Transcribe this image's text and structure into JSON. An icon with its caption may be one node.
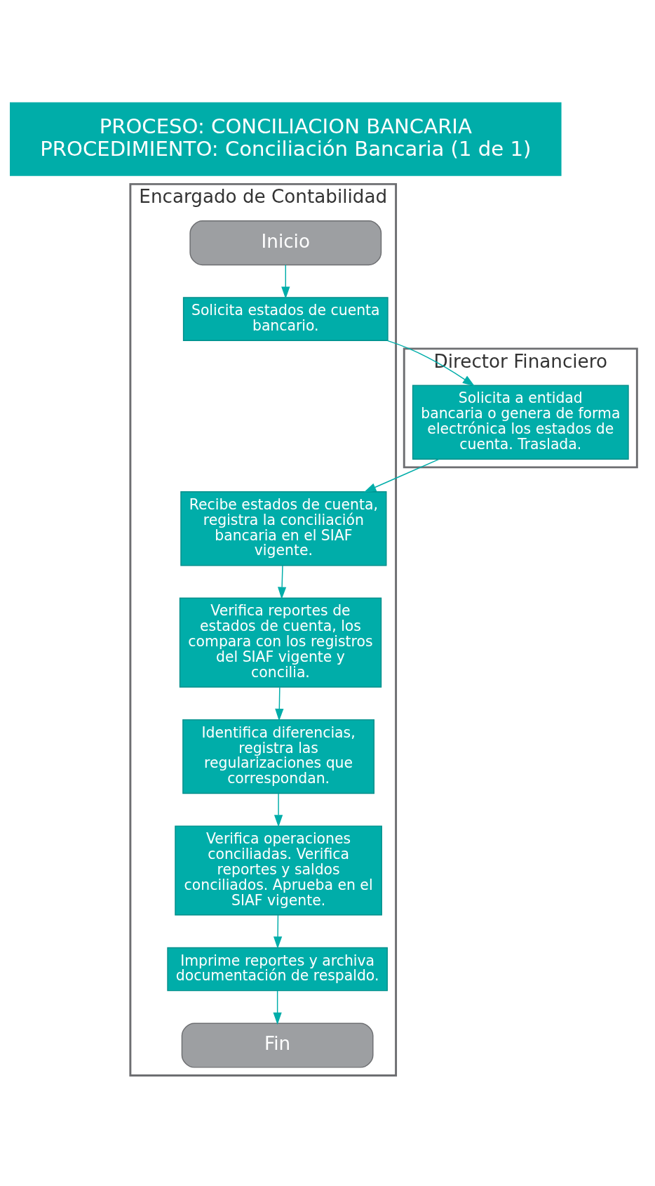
{
  "diagram": {
    "nodes": [
      {
        "text": [
          "PROCESO: CONCILIACION BANCARIA",
          "PROCEDIMIENTO: Conciliación Bancaria (1 de 1)"
        ]
      },
      {
        "text": [
          "Encargado de Contabilidad"
        ]
      },
      {
        "text": [
          "Director Financiero"
        ]
      },
      {
        "text": [
          "Inicio"
        ],
        "in": 1
      },
      {
        "text": [
          "Solicita estados de cuenta bancario."
        ],
        "in": 1
      },
      {
        "text": [
          "Solicita a entidad bancaria o genera de forma electrónica los estados de cuenta. Traslada."
        ],
        "in": 2
      },
      {
        "text": [
          "Recibe estados de cuenta, registra la conciliación bancaria en el SIAF vigente."
        ],
        "in": 1
      },
      {
        "text": [
          "Verifica reportes de estados de cuenta, los compara con los registros del SIAF vigente y concilia."
        ],
        "in": 1
      },
      {
        "text": [
          "Identifica diferencias, registra las regularizaciones que correspondan."
        ],
        "in": 1
      },
      {
        "text": [
          "Verifica operaciones conciliadas. Verifica reportes y saldos conciliados. Aprueba en el SIAF vigente."
        ],
        "in": 1
      },
      {
        "text": [
          "Imprime reportes y archiva documentación de respaldo."
        ],
        "in": 1
      },
      {
        "text": [
          "Fin"
        ],
        "in": 1
      }
    ],
    "edges": [
      {
        "from": 3,
        "to": 4,
        "arrow": "to"
      },
      {
        "from": 4,
        "to": 5,
        "arrow": "to"
      },
      {
        "from": 5,
        "to": 6,
        "arrow": "to"
      },
      {
        "from": 6,
        "to": 7,
        "arrow": "to"
      },
      {
        "from": 7,
        "to": 8,
        "arrow": "to"
      },
      {
        "from": 8,
        "to": 9,
        "arrow": "to"
      },
      {
        "from": 9,
        "to": 10,
        "arrow": "to"
      },
      {
        "from": 10,
        "to": 11,
        "arrow": "to"
      }
    ]
  }
}
